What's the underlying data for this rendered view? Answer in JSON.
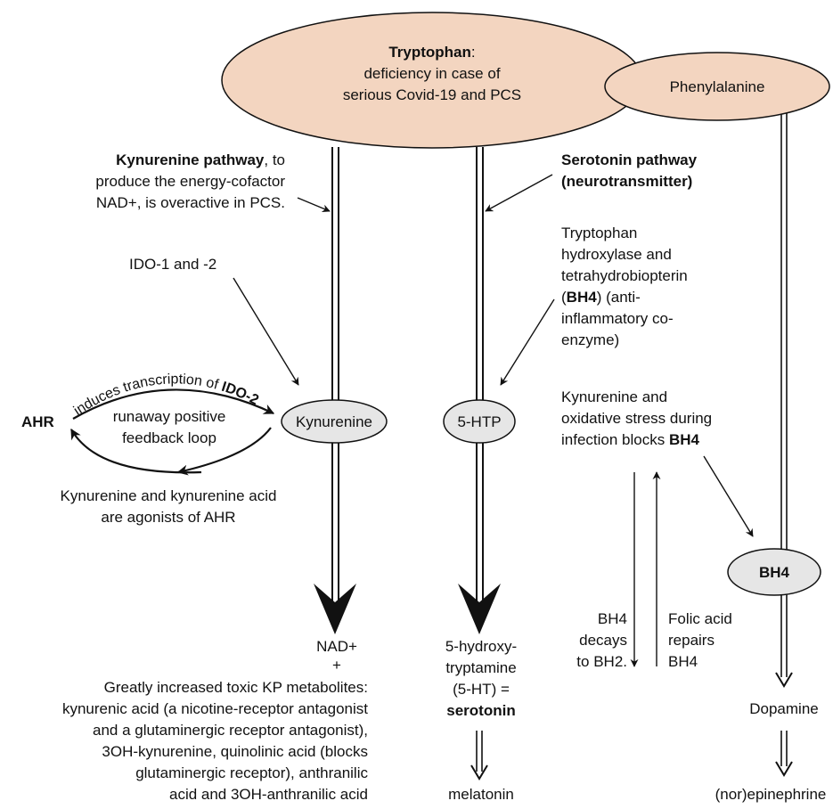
{
  "colors": {
    "ellipse_fill": "#f3d5c0",
    "node_fill": "#e6e6e6",
    "stroke": "#111111"
  },
  "tryptophan": {
    "bold": "Tryptophan",
    "colon": ":",
    "line2": "deficiency in case of",
    "line3": "serious Covid-19 and PCS"
  },
  "phenylalanine": {
    "label": "Phenylalanine"
  },
  "kynurenine_pathway": {
    "bold": "Kynurenine pathway",
    "rest1": ", to",
    "line2": "produce the energy-cofactor",
    "line3": "NAD+, is overactive in PCS."
  },
  "serotonin_pathway": {
    "line1": "Serotonin pathway",
    "line2": "(neurotransmitter)"
  },
  "ido": {
    "label": "IDO-1 and -2"
  },
  "hydroxylase": {
    "line1": "Tryptophan",
    "line2": "hydroxylase and",
    "line3": "tetrahydrobiopterin",
    "line4_pre": "(",
    "line4_bold": "BH4",
    "line4_post": ") (anti-",
    "line5": "inflammatory co-",
    "line6": "enzyme)"
  },
  "induces": {
    "prefix": "induces transcription of ",
    "bold": "IDO-2"
  },
  "ahr": {
    "label": "AHR"
  },
  "loop": {
    "line1": "runaway positive",
    "line2": "feedback loop"
  },
  "agonists": {
    "line1": "Kynurenine and kynurenine acid",
    "line2": "are agonists of AHR"
  },
  "nodes": {
    "kynurenine": "Kynurenine",
    "htp": "5-HTP",
    "bh4": "BH4"
  },
  "blocks": {
    "line1": "Kynurenine and",
    "line2": "oxidative stress during",
    "line3_pre": "infection blocks ",
    "line3_bold": "BH4"
  },
  "nad": {
    "line1": "NAD+",
    "line2": "+",
    "metabolites": [
      "Greatly increased toxic KP metabolites:",
      "kynurenic acid (a nicotine-receptor antagonist",
      "and a glutaminergic receptor antagonist),",
      "3OH-kynurenine, quinolinic acid (blocks",
      "glutaminergic receptor), anthranilic",
      "acid and 3OH-anthranilic acid"
    ]
  },
  "serotonin": {
    "line1": "5-hydroxy-",
    "line2": "tryptamine",
    "line3": "(5-HT) =",
    "line4": "serotonin"
  },
  "melatonin": {
    "label": "melatonin"
  },
  "decays": {
    "line1": "BH4",
    "line2": "decays",
    "line3": "to BH2."
  },
  "folic": {
    "line1": "Folic acid",
    "line2": "repairs",
    "line3": "BH4"
  },
  "dopamine": {
    "label": "Dopamine"
  },
  "norepinephrine": {
    "label": "(nor)epinephrine"
  }
}
